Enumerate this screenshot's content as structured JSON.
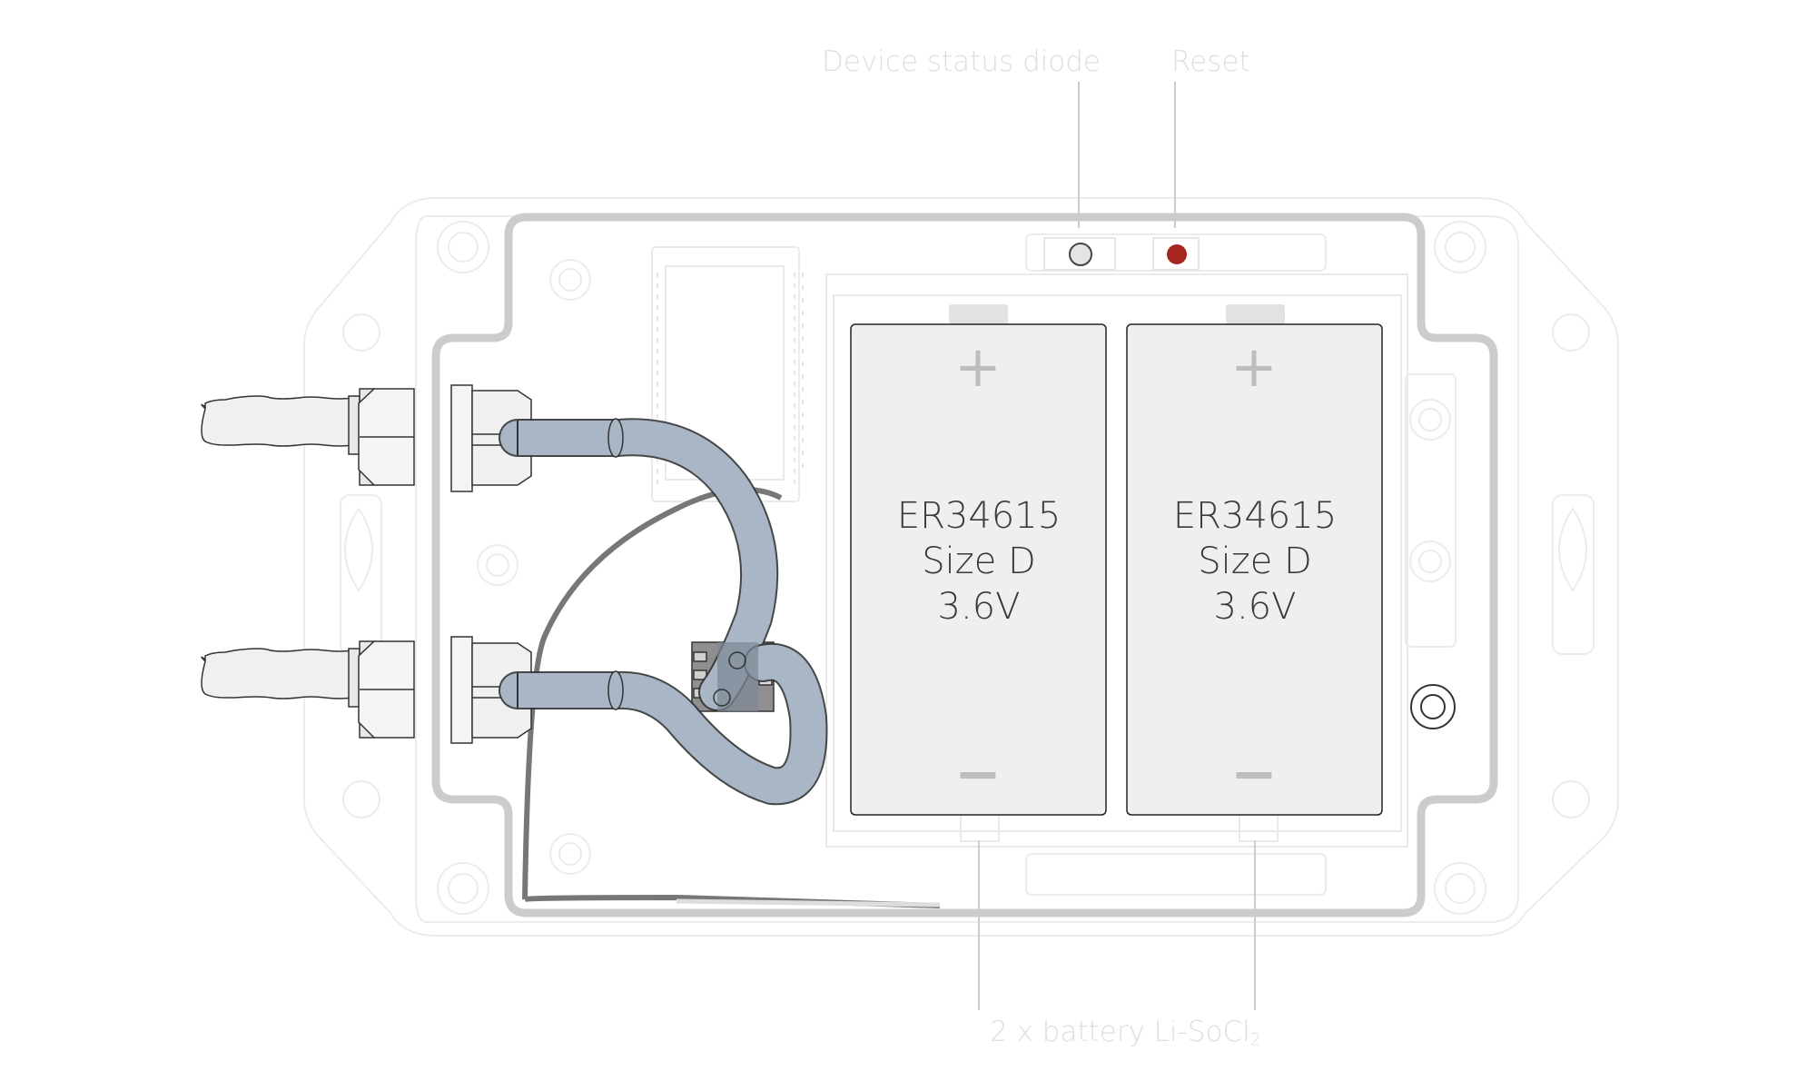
{
  "callouts": {
    "status_diode": "Device status diode",
    "reset": "Reset",
    "battery_prefix": "2 x battery Li-SoCl",
    "battery_subscript": "2"
  },
  "batteries": [
    {
      "plus": "+",
      "minus": "−",
      "model": "ER34615",
      "size": "Size D",
      "voltage": "3.6V"
    },
    {
      "plus": "+",
      "minus": "−",
      "model": "ER34615",
      "size": "Size D",
      "voltage": "3.6V"
    }
  ],
  "colors": {
    "reset_button": "#a5261f",
    "status_diode": "#e4e4e4",
    "tube": "#a9b6c6",
    "battery_fill": "#efefef",
    "enclosure": "#cccccc",
    "callout_text": "#dedede"
  }
}
